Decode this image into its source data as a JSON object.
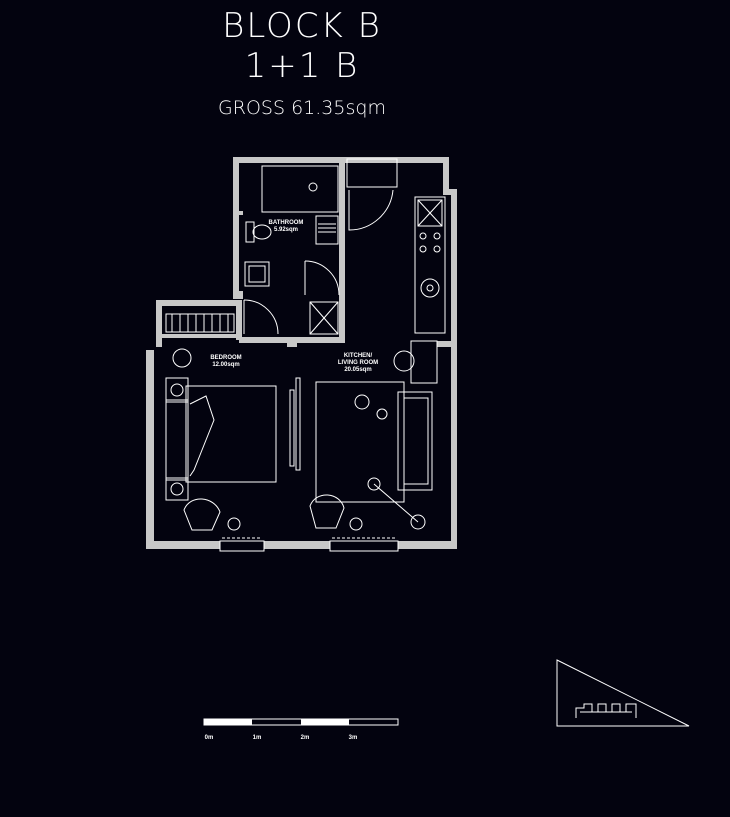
{
  "header": {
    "block": "BLOCK B",
    "unit_type": "1+1 B",
    "gross_area": "GROSS 61.35sqm"
  },
  "rooms": {
    "bathroom": {
      "name": "BATHROOM",
      "area": "5.92sqm"
    },
    "bedroom": {
      "name": "BEDROOM",
      "area": "12.00sqm"
    },
    "kitchen": {
      "name_line1": "KITCHEN/",
      "name_line2": "LIVING ROOM",
      "area": "20.05sqm"
    }
  },
  "scale_bar": {
    "labels": [
      "0m",
      "1m",
      "2m",
      "3m"
    ]
  },
  "colors": {
    "background": "#03030f",
    "walls": "#c8c8c8",
    "lines": "#ffffff"
  }
}
